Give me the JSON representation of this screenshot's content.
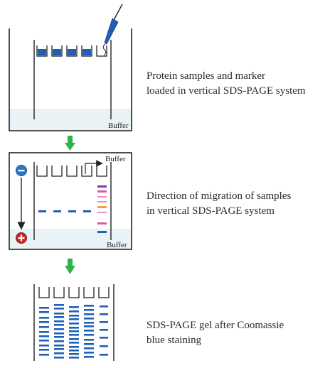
{
  "steps": [
    {
      "caption_line1": "Protein samples and marker",
      "caption_line2": "loaded in vertical SDS-PAGE system",
      "buffer_label": "Buffer"
    },
    {
      "caption_line1": "Direction of migration of samples",
      "caption_line2": "in vertical SDS-PAGE system",
      "buffer_top_label": "Buffer",
      "buffer_bottom_label": "Buffer"
    },
    {
      "caption_line1": "SDS-PAGE gel after Coomassie",
      "caption_line2": "blue staining"
    }
  ],
  "colors": {
    "outline": "#222222",
    "sample_blue": "#1f5fb5",
    "buffer_fill": "#e9f3f6",
    "flow_arrow_green": "#2db34a",
    "cathode_blue": "#2a78c8",
    "anode_red": "#c62828",
    "marker_purple": "#7b3fa8",
    "marker_magenta": "#e05aa8",
    "marker_pink": "#f08ac0",
    "marker_orange": "#f0a23a",
    "marker_blue": "#1f5fb5"
  }
}
